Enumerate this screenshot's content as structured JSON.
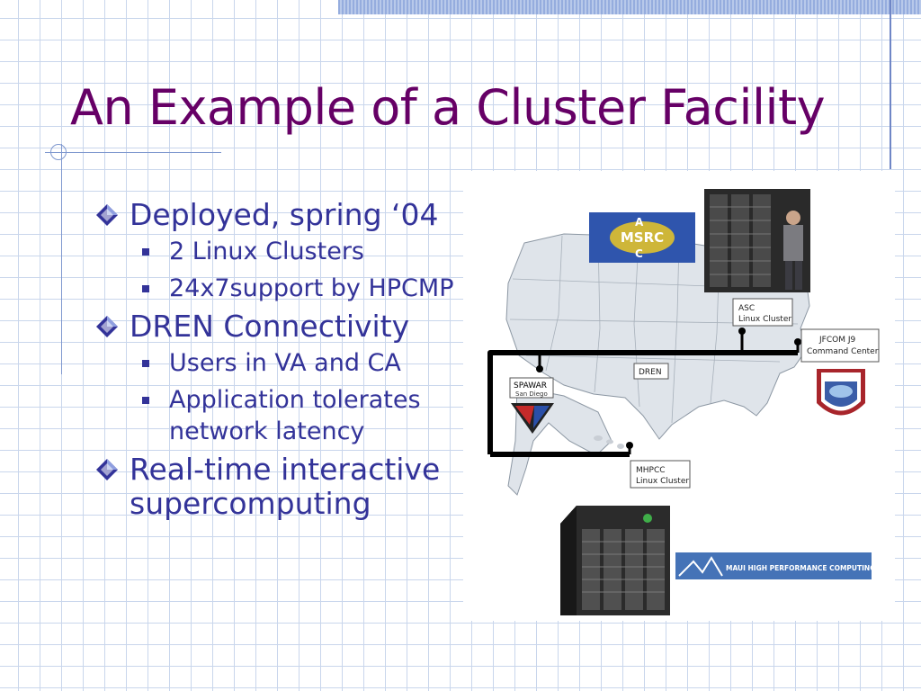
{
  "slide": {
    "title": "An Example of a Cluster Facility"
  },
  "bullets": [
    {
      "text": "Deployed, spring ‘04",
      "sub": [
        "2 Linux Clusters",
        "24x7support by HPCMP"
      ]
    },
    {
      "text": "DREN Connectivity",
      "sub": [
        "Users in VA and CA",
        "Application tolerates network latency"
      ]
    },
    {
      "text": "Real-time interactive supercomputing",
      "sub": []
    }
  ],
  "figure": {
    "asc_logo": "MSRC",
    "asc_logo_letters": [
      "A",
      "C"
    ],
    "labels": {
      "asc": [
        "ASC",
        "Linux Cluster"
      ],
      "jfcom": [
        "JFCOM J9",
        "Command Center"
      ],
      "dren": "DREN",
      "spawar": [
        "SPAWAR",
        "San Diego"
      ],
      "mhpcc": [
        "MHPCC",
        "Linux Cluster"
      ]
    },
    "mhpcc_banner": "MAUI HIGH PERFORMANCE COMPUTING CENTER"
  },
  "colors": {
    "title": "#660066",
    "bullet_text": "#333399",
    "grid": "#c9d6ec",
    "network_line": "#000000"
  }
}
